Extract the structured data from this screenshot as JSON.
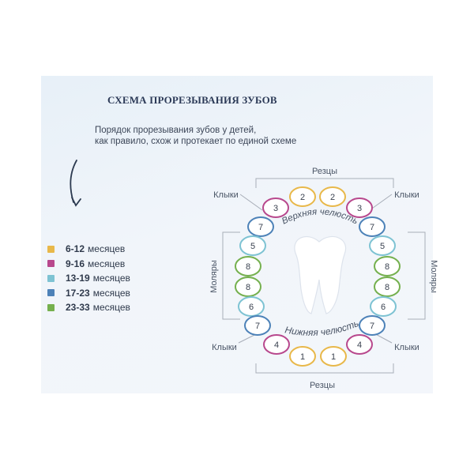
{
  "title": "СХЕМА ПРОРЕЗЫВАНИЯ ЗУБОВ",
  "subtitle": [
    "Порядок прорезывания зубов у детей,",
    "как правило, схож и протекает по единой схеме"
  ],
  "legend": [
    {
      "range": "6-12",
      "unit": "месяцев",
      "color": "#e8b84a"
    },
    {
      "range": "9-16",
      "unit": "месяцев",
      "color": "#b8488d"
    },
    {
      "range": "13-19",
      "unit": "месяцев",
      "color": "#7ec3d3"
    },
    {
      "range": "17-23",
      "unit": "месяцев",
      "color": "#4d82b8"
    },
    {
      "range": "23-33",
      "unit": "месяцев",
      "color": "#75b04e"
    }
  ],
  "jaws": {
    "upper": "Верхняя челюсть",
    "lower": "Нижняя челюсть"
  },
  "labels": {
    "incisors": "Резцы",
    "canines": "Клыки",
    "molars": "Моляры"
  },
  "teeth": {
    "upper": [
      {
        "n": "2",
        "color": "#e8b84a"
      },
      {
        "n": "2",
        "color": "#e8b84a"
      },
      {
        "n": "3",
        "color": "#b8488d"
      },
      {
        "n": "3",
        "color": "#b8488d"
      },
      {
        "n": "7",
        "color": "#4d82b8"
      },
      {
        "n": "7",
        "color": "#4d82b8"
      },
      {
        "n": "5",
        "color": "#7ec3d3"
      },
      {
        "n": "5",
        "color": "#7ec3d3"
      },
      {
        "n": "8",
        "color": "#75b04e"
      },
      {
        "n": "8",
        "color": "#75b04e"
      }
    ],
    "lower": [
      {
        "n": "8",
        "color": "#75b04e"
      },
      {
        "n": "8",
        "color": "#75b04e"
      },
      {
        "n": "6",
        "color": "#7ec3d3"
      },
      {
        "n": "6",
        "color": "#7ec3d3"
      },
      {
        "n": "7",
        "color": "#4d82b8"
      },
      {
        "n": "7",
        "color": "#4d82b8"
      },
      {
        "n": "4",
        "color": "#b8488d"
      },
      {
        "n": "4",
        "color": "#b8488d"
      },
      {
        "n": "1",
        "color": "#e8b84a"
      },
      {
        "n": "1",
        "color": "#e8b84a"
      }
    ]
  },
  "colors": {
    "bracket": "#a8aeb8",
    "label_text": "#4a5566",
    "number_text": "#3a4250",
    "arrow": "#2c3a50"
  }
}
